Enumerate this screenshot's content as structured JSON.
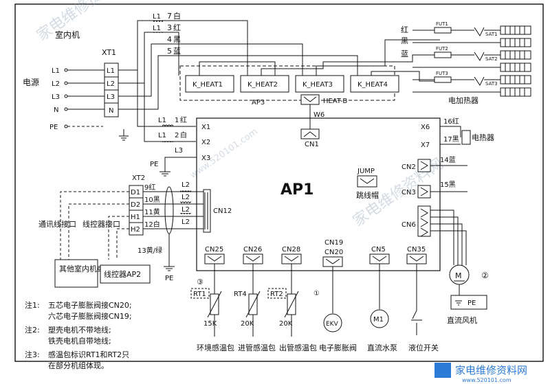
{
  "board": {
    "name": "AP1",
    "sub_board": "AP3",
    "heat_label": "HEAT-B",
    "w6": "W6",
    "cn1": "CN1"
  },
  "indoor_unit": "室内机",
  "power": {
    "title": "电源",
    "terminal_block": "XT1",
    "lines": [
      "L1",
      "L2",
      "L3",
      "N"
    ],
    "pe": "PE"
  },
  "top_wires": [
    {
      "line": "L1",
      "num": "7",
      "color": "白"
    },
    {
      "line": "L1",
      "num": "3",
      "color": "红"
    },
    {
      "line": "",
      "num": "4",
      "color": "黑"
    },
    {
      "line": "",
      "num": "5",
      "color": "蓝"
    }
  ],
  "relays": [
    "K_HEAT1",
    "K_HEAT2",
    "K_HEAT3",
    "K_HEAT4"
  ],
  "heater": {
    "phase_colors": [
      "红",
      "黑",
      "蓝"
    ],
    "fuses": [
      "FUT1",
      "FUT2",
      "FUT3"
    ],
    "switches": [
      "SAT1",
      "SAT2",
      "SAT3"
    ],
    "label": "电加热器"
  },
  "x_terminals": {
    "x1": "X1",
    "x2": "X2",
    "x3": "X3",
    "x1_wire": {
      "coil": "L1",
      "num": "1",
      "color": "红"
    },
    "x2_wire": {
      "coil": "L1",
      "num": "2",
      "color": "白"
    },
    "x3_coil": "L3",
    "x3_pe": "PE"
  },
  "x_right": {
    "x6": "X6",
    "x7": "X7",
    "w16": "16红",
    "w17": "17黑",
    "label": "电热器"
  },
  "jump": {
    "code": "JUMP",
    "name": "跳线帽"
  },
  "cn_right": [
    {
      "name": "CN2",
      "wire": "14蓝"
    },
    {
      "name": "CN3",
      "wire": "15黑"
    },
    {
      "name": "CN6",
      "wire": ""
    }
  ],
  "xt2": {
    "name": "XT2",
    "terminals": [
      "D1",
      "D2",
      "H1",
      "H2"
    ],
    "wires": [
      "9红",
      "10黑",
      "11黄",
      "12白"
    ],
    "coils": [
      "L2",
      "L2",
      "L2",
      "L2"
    ],
    "cn": "CN12",
    "ground_wire": "13黄/绿",
    "pe": "PE"
  },
  "comm": {
    "comm_label": "通讯线接口",
    "ctrl_label": "线控器接口",
    "other_units": "其他室内机或外机",
    "controller": "线控器AP2"
  },
  "bottom_connectors": [
    "CN25",
    "CN26",
    "CN28",
    "CN19",
    "CN20",
    "CN5",
    "CN35"
  ],
  "sensors": [
    {
      "tag": "RT1",
      "value": "15K",
      "label": "环境感温包"
    },
    {
      "tag": "RT4",
      "value": "20K",
      "label": "进管感温包"
    },
    {
      "tag": "RT2",
      "value": "20K",
      "label": "出管感温包"
    }
  ],
  "devices": [
    {
      "tag": "EKV",
      "label": "电子膨胀阀"
    },
    {
      "tag": "M1",
      "label": "直流水泵"
    },
    {
      "tag": "",
      "label": "液位开关"
    }
  ],
  "fan": {
    "motor": "M",
    "pe": "PE",
    "label": "直流风机",
    "mark": "②"
  },
  "marks": {
    "m3": "③",
    "m1": "①"
  },
  "notes": [
    {
      "tag": "注1:",
      "lines": [
        "五芯电子膨胀阀接CN20;",
        "六芯电子膨胀阀接CN19;"
      ]
    },
    {
      "tag": "注2:",
      "lines": [
        "塑壳电机不带地线;",
        "铁壳电机自带地线;"
      ]
    },
    {
      "tag": "注3:",
      "lines": [
        "感温包标识RT1和RT2只",
        "在部分机组体现。"
      ]
    }
  ],
  "watermark": {
    "brand": "家电维修资料网",
    "url": "www.520101.com"
  }
}
